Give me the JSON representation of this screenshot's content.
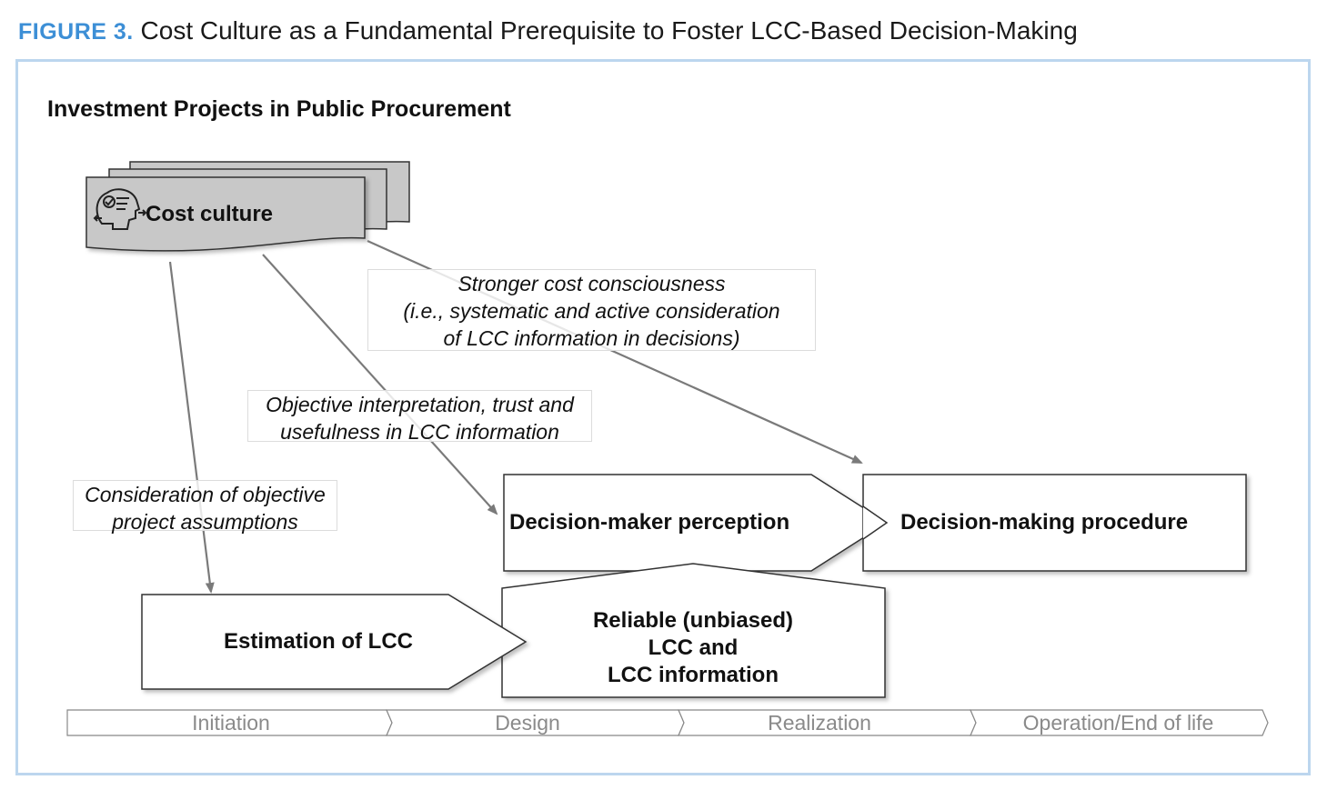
{
  "figure": {
    "label": "FIGURE 3.",
    "title": "Cost Culture as a Fundamental Prerequisite to Foster LCC-Based Decision-Making"
  },
  "panel": {
    "title": "Investment Projects in Public Procurement"
  },
  "nodes": {
    "cost_culture": "Cost culture",
    "decision_maker_perception": "Decision-maker perception",
    "decision_making_procedure": "Decision-making procedure",
    "estimation_lcc": "Estimation of LCC",
    "reliable_lcc": [
      "Reliable (unbiased)",
      "LCC and",
      "LCC information"
    ]
  },
  "edge_labels": {
    "stronger_cost": [
      "Stronger cost consciousness",
      "(i.e., systematic and active consideration",
      "of LCC information in decisions)"
    ],
    "objective_interpretation": [
      "Objective interpretation, trust and",
      "usefulness  in LCC information"
    ],
    "consideration_objective": [
      "Consideration of objective",
      "project assumptions"
    ]
  },
  "phases": [
    "Initiation",
    "Design",
    "Realization",
    "Operation/End of life"
  ],
  "colors": {
    "accent": "#3d8fd6",
    "frame_border": "#bcd6ee",
    "cost_culture_fill": "#c8c8c8",
    "arrow": "#7a7a7a"
  },
  "icons": {
    "cost_culture": "head-with-gears-icon"
  }
}
